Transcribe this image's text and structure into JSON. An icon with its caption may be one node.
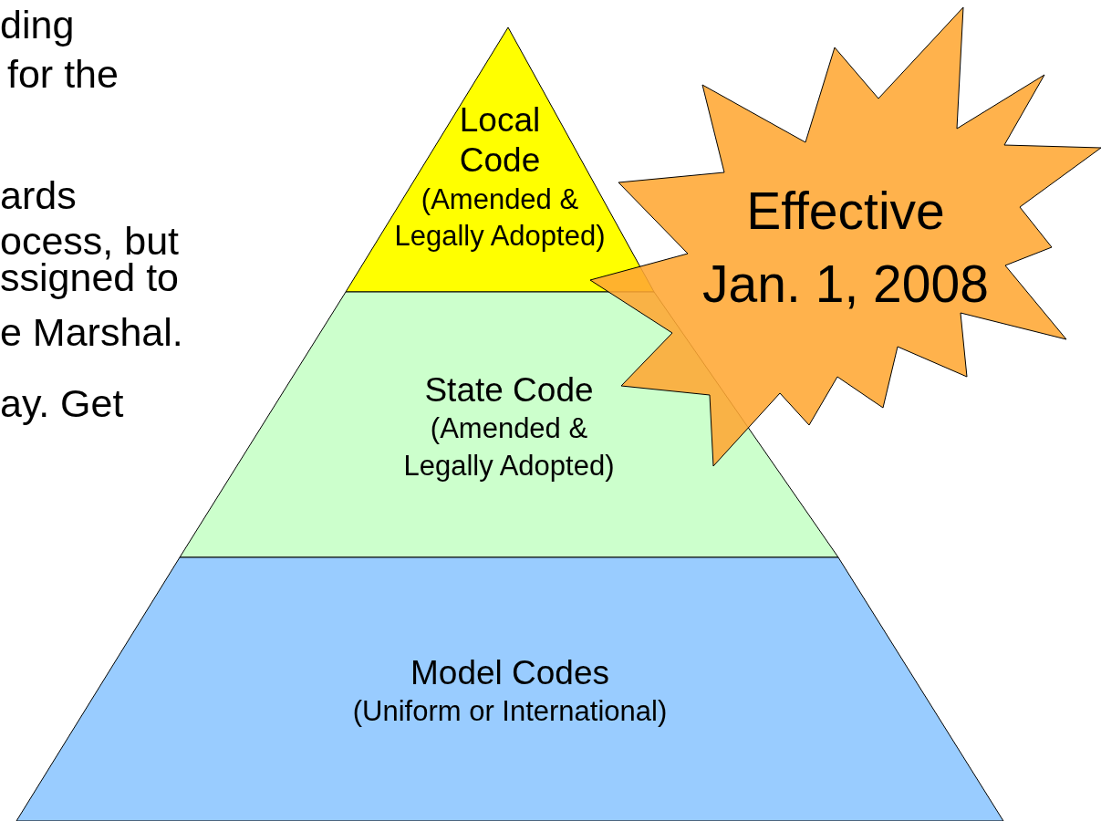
{
  "diagram": {
    "nodes": [
      {
        "text": [
          "Local Code",
          "(Amended & Legally Adopted)"
        ]
      },
      {
        "text": [
          "State Code",
          "(Amended & Legally Adopted)"
        ]
      },
      {
        "text": [
          "Model Codes",
          "(Uniform or International)"
        ]
      },
      {
        "text": [
          "Effective Jan. 1, 2008"
        ]
      }
    ],
    "labels": [
      "ding",
      "for the",
      "ards",
      "ocess, but",
      "ssigned to",
      "e Marshal.",
      "ay. Get"
    ]
  }
}
